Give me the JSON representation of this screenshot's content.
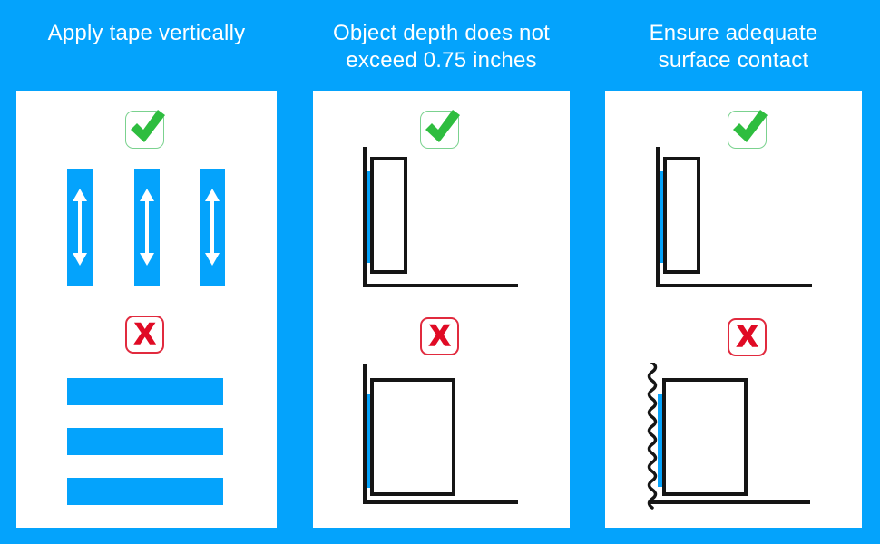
{
  "columns": [
    {
      "id": "apply-tape-vertically",
      "title": "Apply tape vertically"
    },
    {
      "id": "object-depth",
      "title": "Object depth does not\nexceed 0.75 inches"
    },
    {
      "id": "surface-contact",
      "title": "Ensure adequate\nsurface contact"
    }
  ],
  "icons": {
    "check_name": "green-checkmark",
    "x_name": "red-x",
    "x_glyph": "X",
    "arrow_name": "up-down-arrow"
  },
  "colors": {
    "background": "#04A3FC",
    "panel": "#FFFFFF",
    "tape": "#04A3FC",
    "line": "#151515",
    "check_green": "#2EBD3F",
    "check_border": "#7BD28F",
    "x_red": "#E00B25",
    "x_border": "#E12A3E",
    "title_text": "#FFFFFF"
  }
}
